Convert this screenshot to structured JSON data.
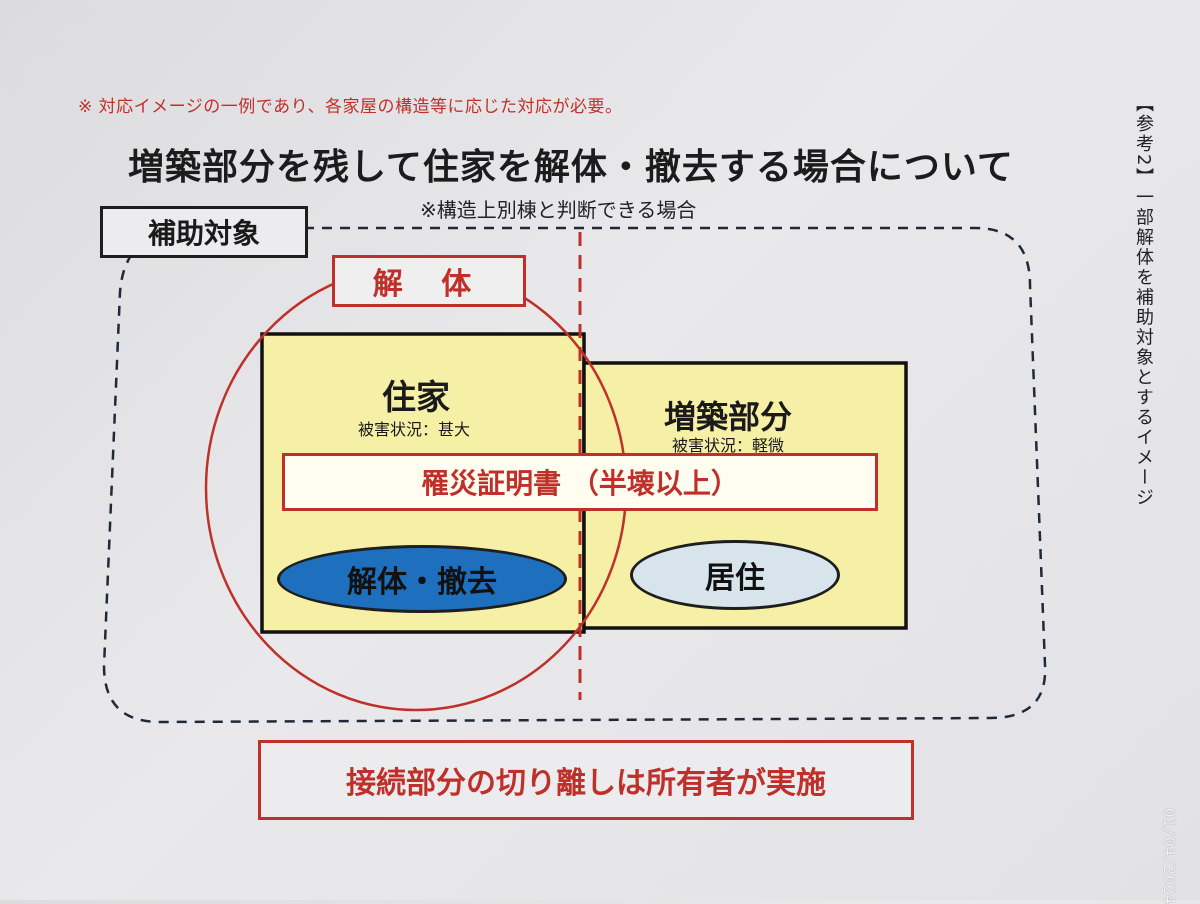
{
  "note": "※ 対応イメージの一例であり、各家屋の構造等に応じた対応が必要。",
  "title": "増築部分を残して住家を解体・撤去する場合について",
  "sub_note": "※構造上別棟と判断できる場合",
  "subsidy_label": "補助対象",
  "demolition_label": "解 体",
  "main_house": {
    "title": "住家",
    "damage": "被害状況：甚大",
    "action": "解体・撤去"
  },
  "extension": {
    "title": "増築部分",
    "damage": "被害状況：軽微",
    "action": "居住"
  },
  "certificate": "罹災証明書 （半壊以上）",
  "bottom_note": "接続部分の切り離しは所有者が実施",
  "side_text": "【参考2】一部解体を補助対象とするイメージ",
  "date_stamp": "01/04/2024",
  "colors": {
    "red": "#c0302a",
    "yellow": "#f6efa6",
    "blue": "#1e6fbe",
    "pale_blue": "#d7e4ec"
  }
}
